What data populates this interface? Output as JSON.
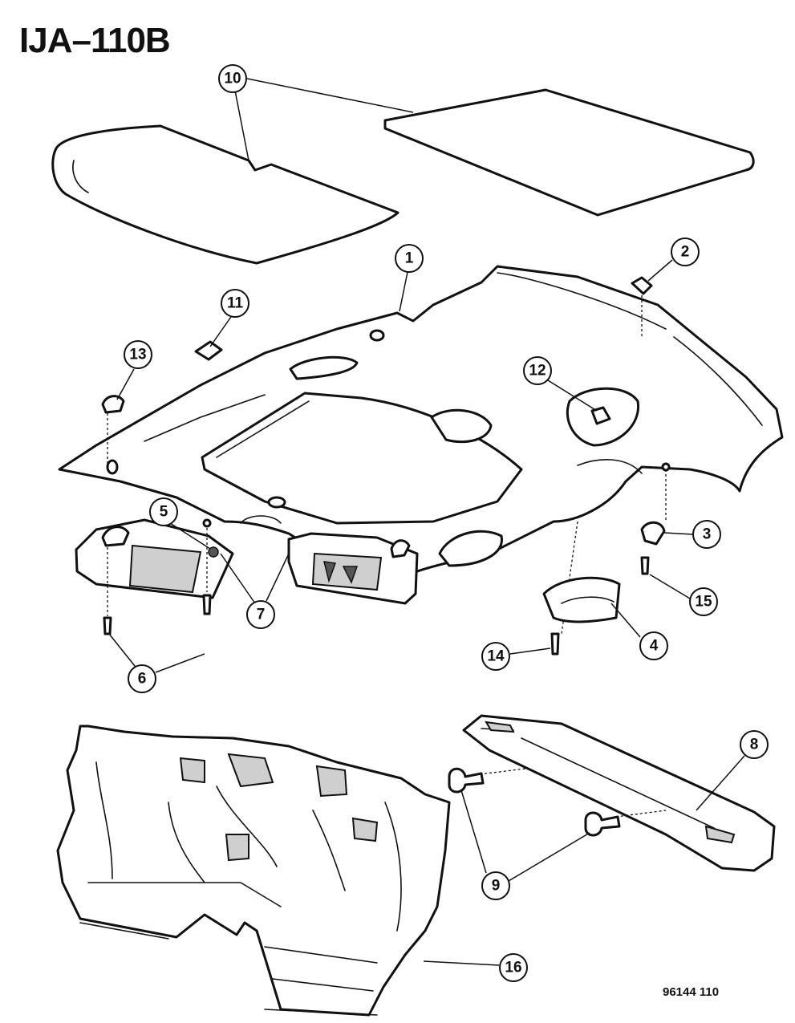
{
  "header": {
    "diagram_title": "IJA–110B"
  },
  "footer": {
    "figure_code": "96144  110"
  },
  "callouts": [
    {
      "id": "c10",
      "label": "10"
    },
    {
      "id": "c1",
      "label": "1"
    },
    {
      "id": "c2",
      "label": "2"
    },
    {
      "id": "c11",
      "label": "11"
    },
    {
      "id": "c13",
      "label": "13"
    },
    {
      "id": "c12",
      "label": "12"
    },
    {
      "id": "c5",
      "label": "5"
    },
    {
      "id": "c3",
      "label": "3"
    },
    {
      "id": "c7",
      "label": "7"
    },
    {
      "id": "c15",
      "label": "15"
    },
    {
      "id": "c4",
      "label": "4"
    },
    {
      "id": "c14",
      "label": "14"
    },
    {
      "id": "c6",
      "label": "6"
    },
    {
      "id": "c8",
      "label": "8"
    },
    {
      "id": "c9",
      "label": "9"
    },
    {
      "id": "c16",
      "label": "16"
    }
  ]
}
